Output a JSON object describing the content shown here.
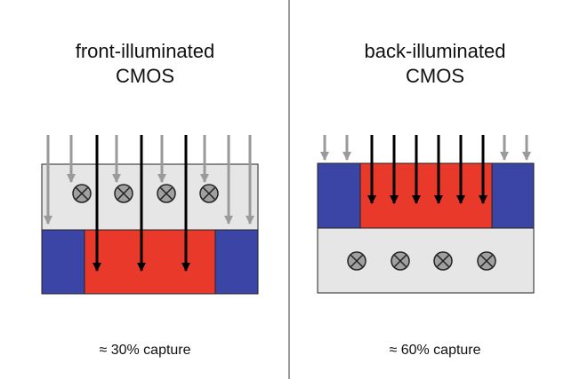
{
  "front": {
    "title_line1": "front-illuminated",
    "title_line2": "CMOS",
    "capture": "≈ 30% capture"
  },
  "back": {
    "title_line1": "back-illuminated",
    "title_line2": "CMOS",
    "capture": "≈ 60% capture"
  },
  "colors": {
    "wiring_layer": "#e6e6e6",
    "photodiode": "#e8392b",
    "substrate": "#3b45a6",
    "captured_arrow": "#000000",
    "lost_arrow": "#9a9a9a",
    "wire_node": "#a0a0a0",
    "divider": "#333333"
  }
}
